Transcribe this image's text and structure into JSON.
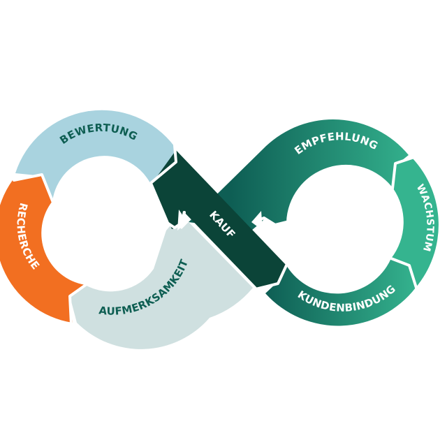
{
  "diagram": {
    "type": "infinity-loop",
    "colors": {
      "recherche": "#F26F21",
      "bewertung": "#A9D3DF",
      "aufmerksamkeit": "#CFE0E0",
      "kauf": "#0B4438",
      "teal_dark": "#0E5E54",
      "teal_light": "#35B48F",
      "label_dark": "#0E5E52",
      "label_light": "#FFFFFF"
    },
    "left_loop": {
      "segments": [
        {
          "id": "bewertung",
          "label": "BEWERTUNG"
        },
        {
          "id": "recherche",
          "label": "RECHERCHE"
        },
        {
          "id": "aufmerksamkeit",
          "label": "AUFMERKSAMKEIT"
        }
      ]
    },
    "center": {
      "id": "kauf",
      "label": "KAUF"
    },
    "right_loop": {
      "segments": [
        {
          "id": "empfehlung",
          "label": "EMPFEHLUNG"
        },
        {
          "id": "wachstum",
          "label": "WACHSTUM"
        },
        {
          "id": "kundenbindung",
          "label": "KUNDENBINDUNG"
        }
      ]
    }
  }
}
